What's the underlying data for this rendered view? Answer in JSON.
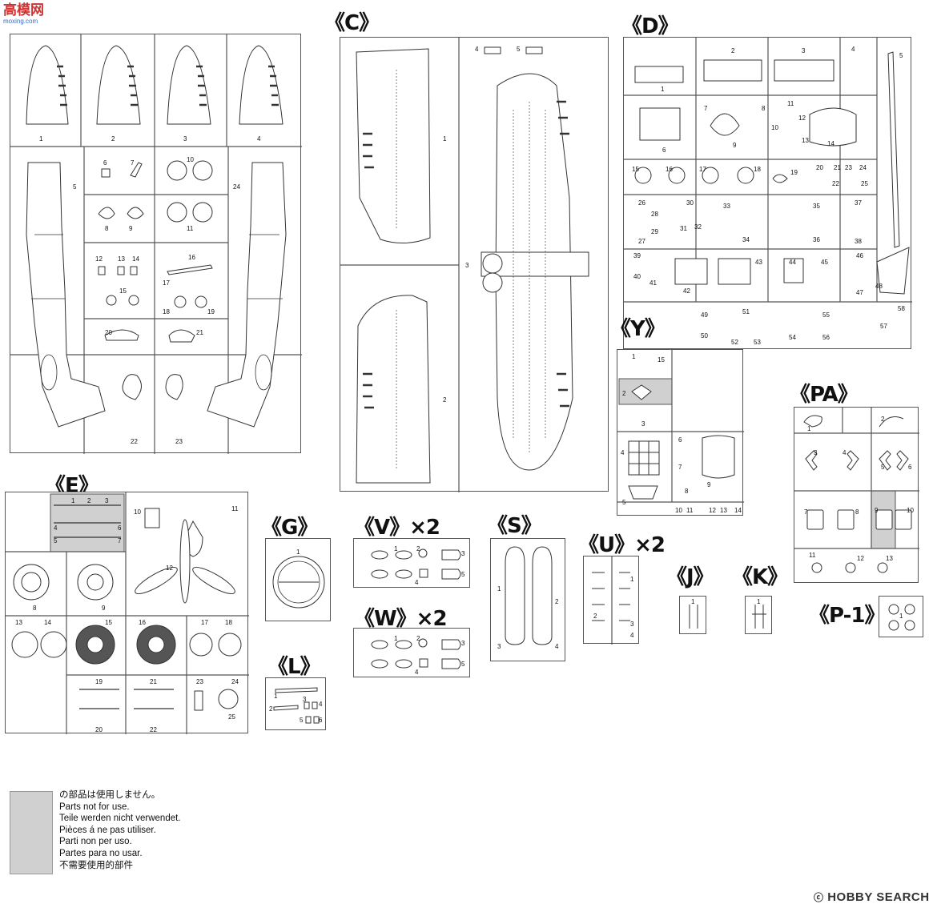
{
  "watermark_top_left": {
    "brand": "高模网",
    "url": "moxing.com"
  },
  "sprues": [
    {
      "key": "A",
      "label": ""
    },
    {
      "key": "C",
      "label": "《C》"
    },
    {
      "key": "D",
      "label": "《D》"
    },
    {
      "key": "E",
      "label": "《E》"
    },
    {
      "key": "G",
      "label": "《G》"
    },
    {
      "key": "V",
      "label": "《V》×2"
    },
    {
      "key": "S",
      "label": "《S》"
    },
    {
      "key": "U",
      "label": "《U》×2"
    },
    {
      "key": "J",
      "label": "《J》"
    },
    {
      "key": "K",
      "label": "《K》"
    },
    {
      "key": "Y",
      "label": "《Y》"
    },
    {
      "key": "PA",
      "label": "《PA》"
    },
    {
      "key": "W",
      "label": "《W》×2"
    },
    {
      "key": "L",
      "label": "《L》"
    },
    {
      "key": "P1",
      "label": "《P-1》"
    }
  ],
  "legend": {
    "lines": [
      "の部品は使用しません。",
      "Parts not for use.",
      "Teile werden nicht verwendet.",
      "Pièces á ne pas utiliser.",
      "Parti non per uso.",
      "Partes para no usar.",
      "不需要使用的部件"
    ]
  },
  "watermark_bottom_right": "HOBBY SEARCH",
  "part_numbers": {
    "A": [
      "1",
      "2",
      "3",
      "4",
      "5",
      "6",
      "7",
      "8",
      "9",
      "10",
      "11",
      "12",
      "13",
      "14",
      "15",
      "16",
      "17",
      "18",
      "19",
      "20",
      "21",
      "22",
      "23",
      "24"
    ],
    "C": [
      "1",
      "2",
      "3",
      "4",
      "5"
    ],
    "D": [
      "1",
      "2",
      "3",
      "4",
      "5",
      "6",
      "7",
      "8",
      "9",
      "10",
      "11",
      "12",
      "13",
      "14",
      "15",
      "16",
      "17",
      "18",
      "19",
      "20",
      "21",
      "22",
      "23",
      "24",
      "25",
      "26",
      "27",
      "28",
      "29",
      "30",
      "31",
      "32",
      "33",
      "34",
      "35",
      "36",
      "37",
      "38",
      "39",
      "40",
      "41",
      "42",
      "43",
      "44",
      "45",
      "46",
      "47",
      "48",
      "49",
      "50",
      "51",
      "52",
      "53",
      "54",
      "55",
      "56",
      "57",
      "58"
    ],
    "E": [
      "1",
      "2",
      "3",
      "4",
      "5",
      "6",
      "7",
      "8",
      "9",
      "10",
      "11",
      "12",
      "13",
      "14",
      "15",
      "16",
      "17",
      "18",
      "19",
      "20",
      "21",
      "22",
      "23",
      "24",
      "25"
    ],
    "G": [
      "1"
    ],
    "V": [
      "1",
      "2",
      "3",
      "4",
      "5"
    ],
    "W": [
      "1",
      "2",
      "3",
      "4",
      "5"
    ],
    "S": [
      "1",
      "2",
      "3",
      "4"
    ],
    "U": [
      "1",
      "2",
      "3",
      "4"
    ],
    "J": [
      "1"
    ],
    "K": [
      "1"
    ],
    "L": [
      "1",
      "2",
      "3",
      "4",
      "5",
      "6"
    ],
    "Y": [
      "1",
      "2",
      "3",
      "4",
      "5",
      "6",
      "7",
      "8",
      "9",
      "10",
      "11",
      "12",
      "13",
      "14",
      "15"
    ],
    "PA": [
      "1",
      "2",
      "3",
      "4",
      "5",
      "6",
      "7",
      "8",
      "9",
      "10",
      "11",
      "12",
      "13"
    ],
    "P1": [
      "1"
    ]
  }
}
